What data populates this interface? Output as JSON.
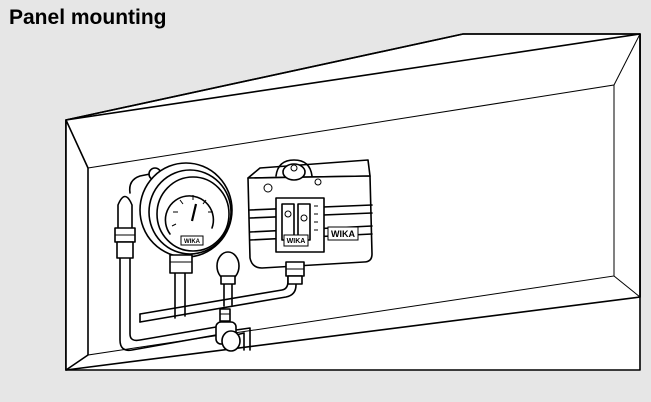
{
  "title": "Panel mounting",
  "gauge": {
    "brand_label": "WIKA"
  },
  "switch": {
    "brand_label": "WIKA",
    "small_label": "WIKA"
  }
}
